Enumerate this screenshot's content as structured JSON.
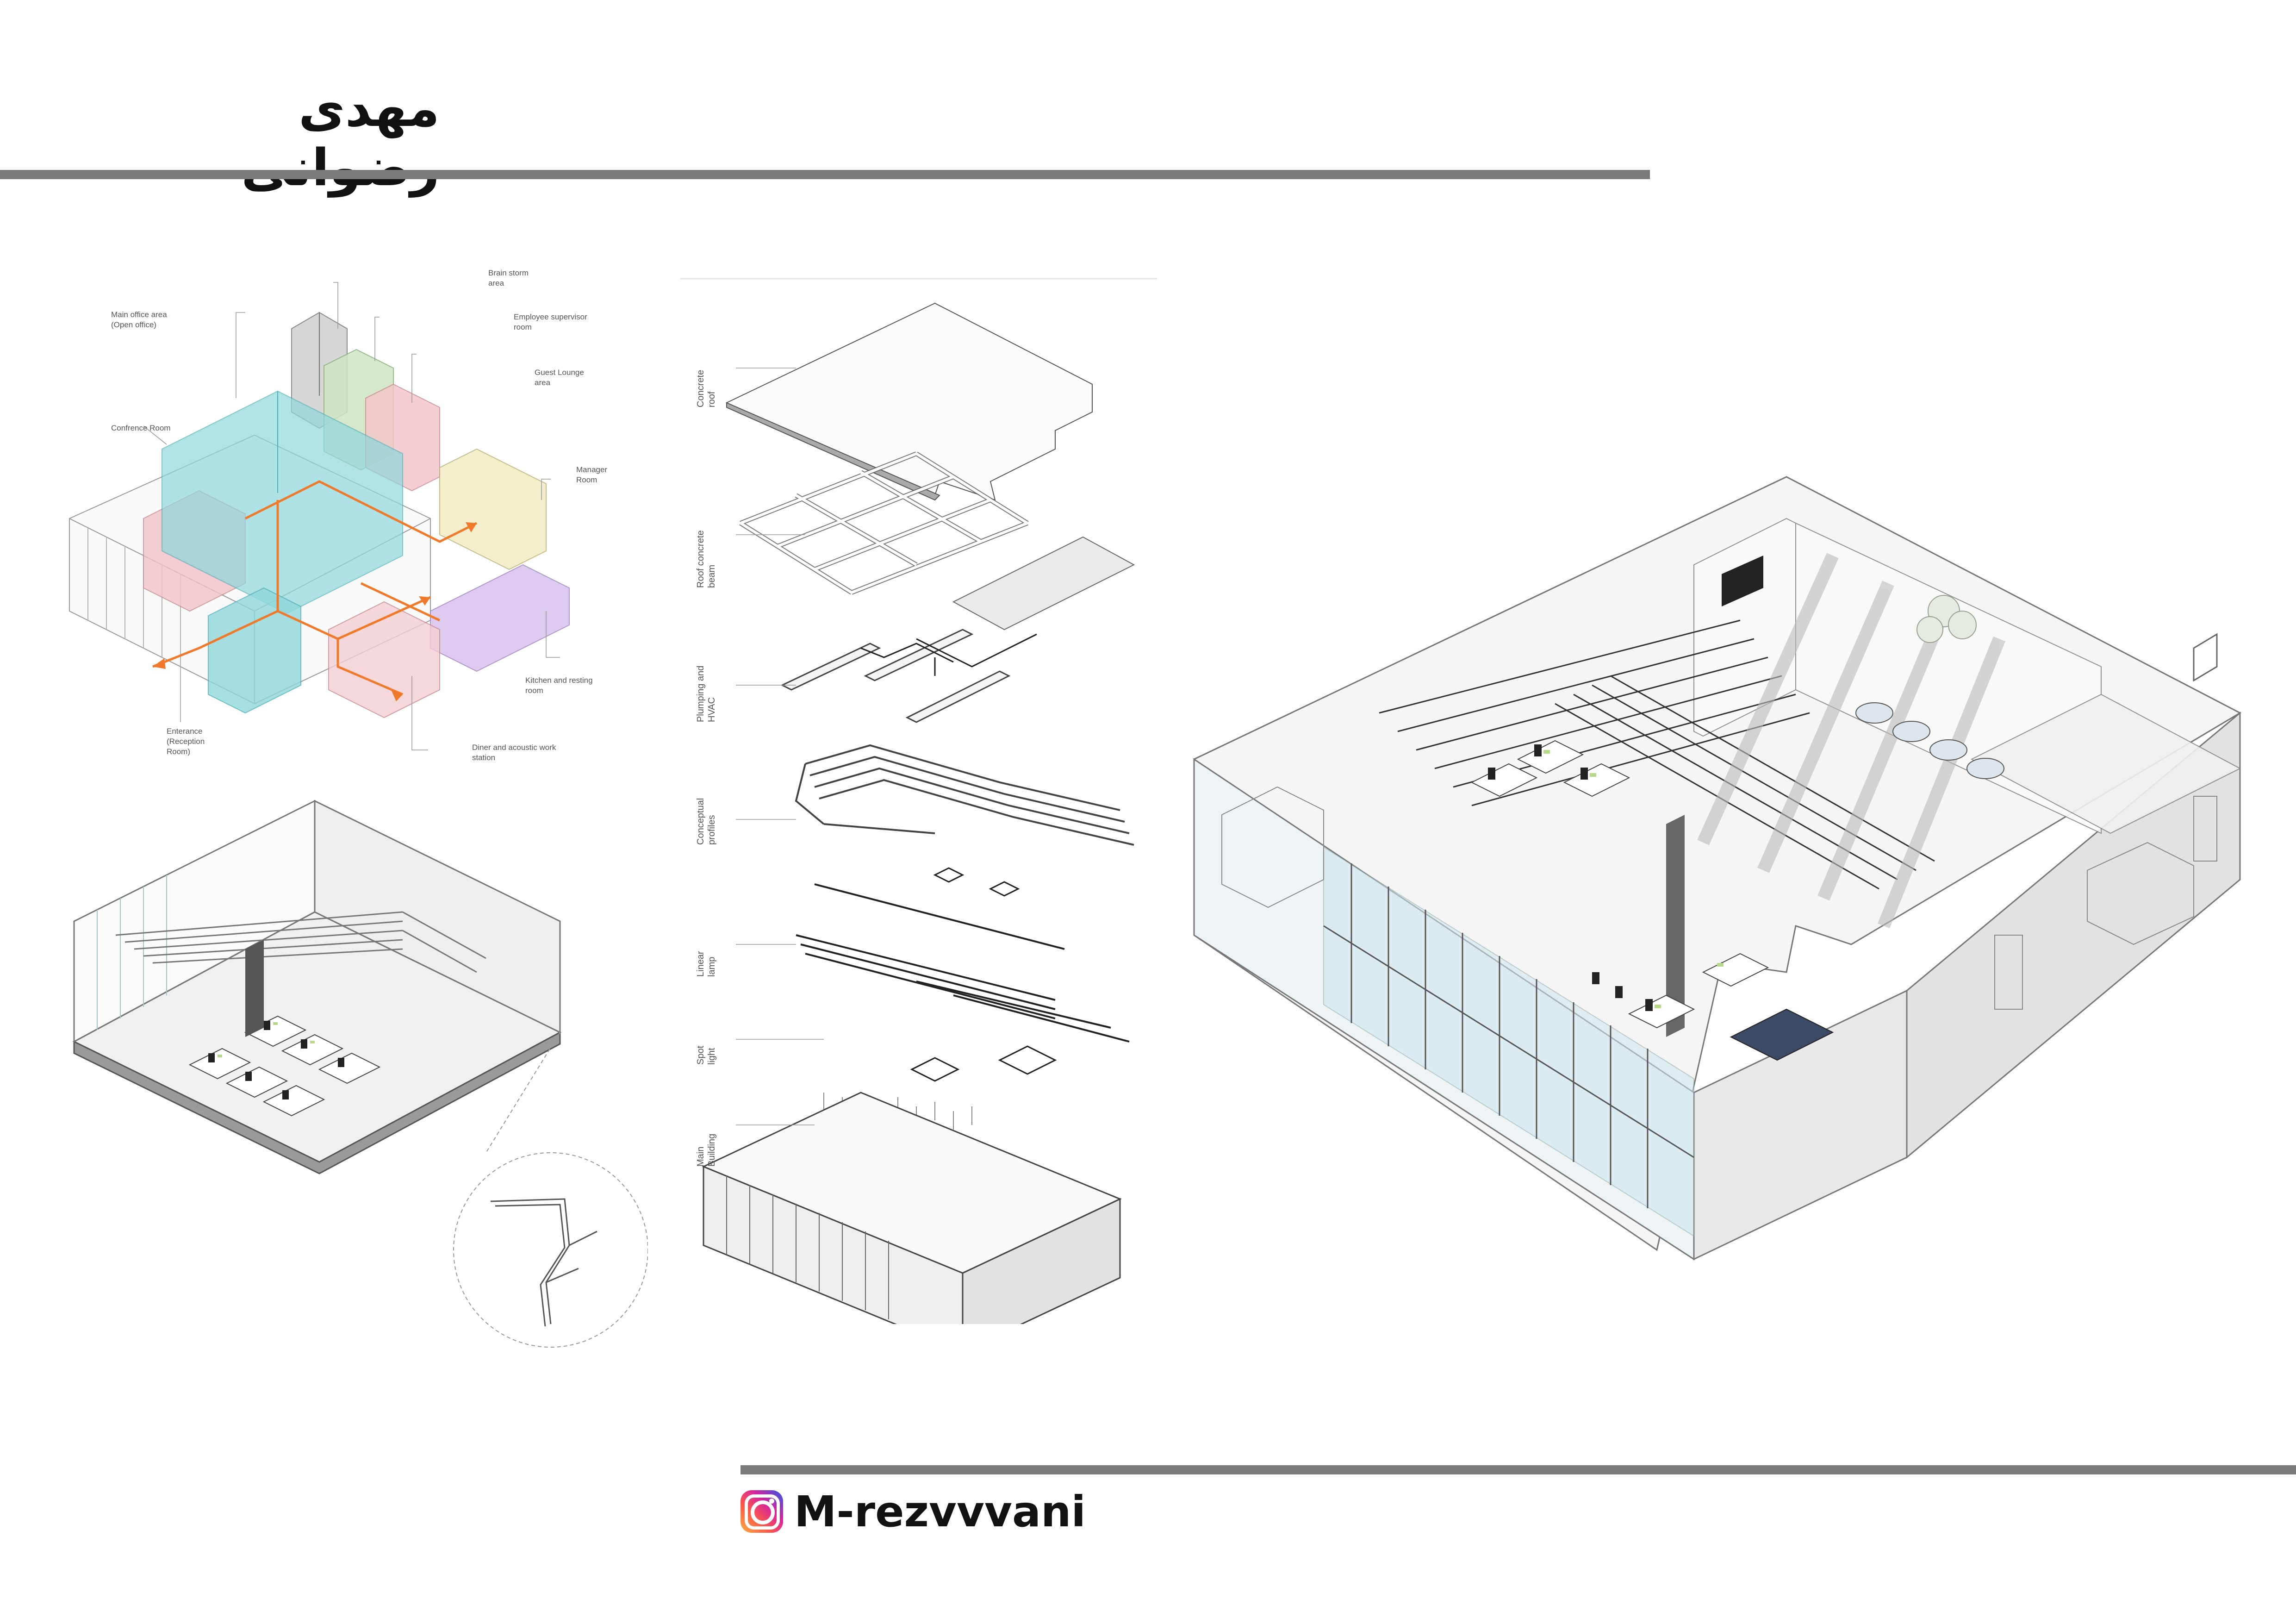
{
  "header": {
    "title": "مهدی رضوانی"
  },
  "footer": {
    "handle": "M-rezvvvani",
    "icon": "instagram-icon"
  },
  "zoning_diagram": {
    "labels": {
      "brainstorm": [
        "Brain storm",
        "area"
      ],
      "main_office": [
        "Main office area",
        "(Open office)"
      ],
      "supervisor": [
        "Employee supervisor",
        "room"
      ],
      "guest": [
        "Guest Lounge",
        "area"
      ],
      "conference": [
        "Confrence Room"
      ],
      "manager": [
        "Manager",
        "Room"
      ],
      "kitchen": [
        "Kitchen and resting",
        "room"
      ],
      "entrance": [
        "Enterance",
        "(Reception",
        "Room)"
      ],
      "diner": [
        "Diner and acoustic work",
        "station"
      ]
    }
  },
  "exploded_diagram": {
    "layers": [
      [
        "Concrete",
        "roof"
      ],
      [
        "Roof concrete",
        "beam"
      ],
      [
        "Plumping and",
        "HVAC"
      ],
      [
        "Conceptual",
        "profiles"
      ],
      [
        "Linear",
        "lamp"
      ],
      [
        "Spot",
        "light"
      ],
      [
        "Main",
        "Building"
      ]
    ]
  },
  "colors": {
    "rule": "#7a7a7a",
    "cyan": "#8fd8dc",
    "pink": "#f1c3c8",
    "green": "#cfe6c4",
    "yellow": "#f1ecc2",
    "purple": "#d7c3ec",
    "grey": "#c9c9c9",
    "orange": "#f07a2a"
  }
}
